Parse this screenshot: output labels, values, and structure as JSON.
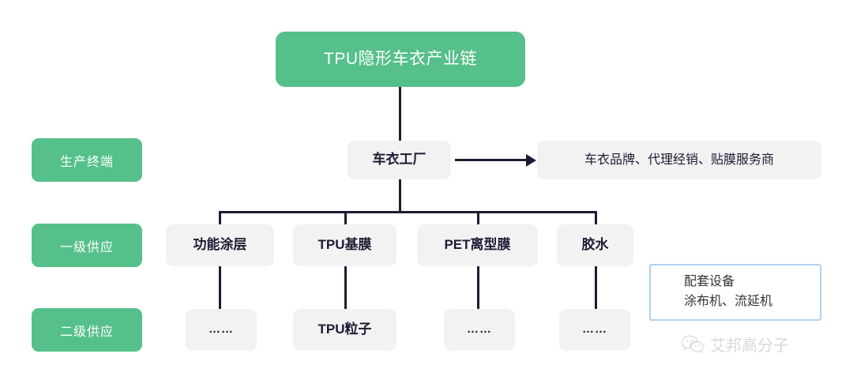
{
  "diagram": {
    "title": "TPU隐形车衣产业链",
    "tier_labels": [
      {
        "name": "production-terminal",
        "label": "生产终端"
      },
      {
        "name": "tier-1-supply",
        "label": "一级供应"
      },
      {
        "name": "tier-2-supply",
        "label": "二级供应"
      }
    ],
    "production": {
      "factory": "车衣工厂",
      "downstream": "车衣品牌、代理经销、贴膜服务商"
    },
    "tier1": [
      {
        "name": "functional-coating",
        "label": "功能涂层"
      },
      {
        "name": "tpu-base-film",
        "label": "TPU基膜"
      },
      {
        "name": "pet-release-film",
        "label": "PET离型膜"
      },
      {
        "name": "adhesive",
        "label": "胶水"
      }
    ],
    "tier2": [
      {
        "name": "functional-coating-sub",
        "label": "……"
      },
      {
        "name": "tpu-pellets",
        "label": "TPU粒子"
      },
      {
        "name": "pet-release-film-sub",
        "label": "……"
      },
      {
        "name": "adhesive-sub",
        "label": "……"
      }
    ],
    "equipment_note": {
      "line1": "配套设备",
      "line2": "涂布机、流延机"
    },
    "watermark": {
      "icon": "wechat-icon",
      "text": "艾邦高分子"
    },
    "colors": {
      "green": "#55c08a",
      "node_gray": "#f2f2f2",
      "line_dark": "#1e1b33",
      "equip_border": "#aed2f5",
      "watermark_gray": "#d8d8d8"
    }
  }
}
